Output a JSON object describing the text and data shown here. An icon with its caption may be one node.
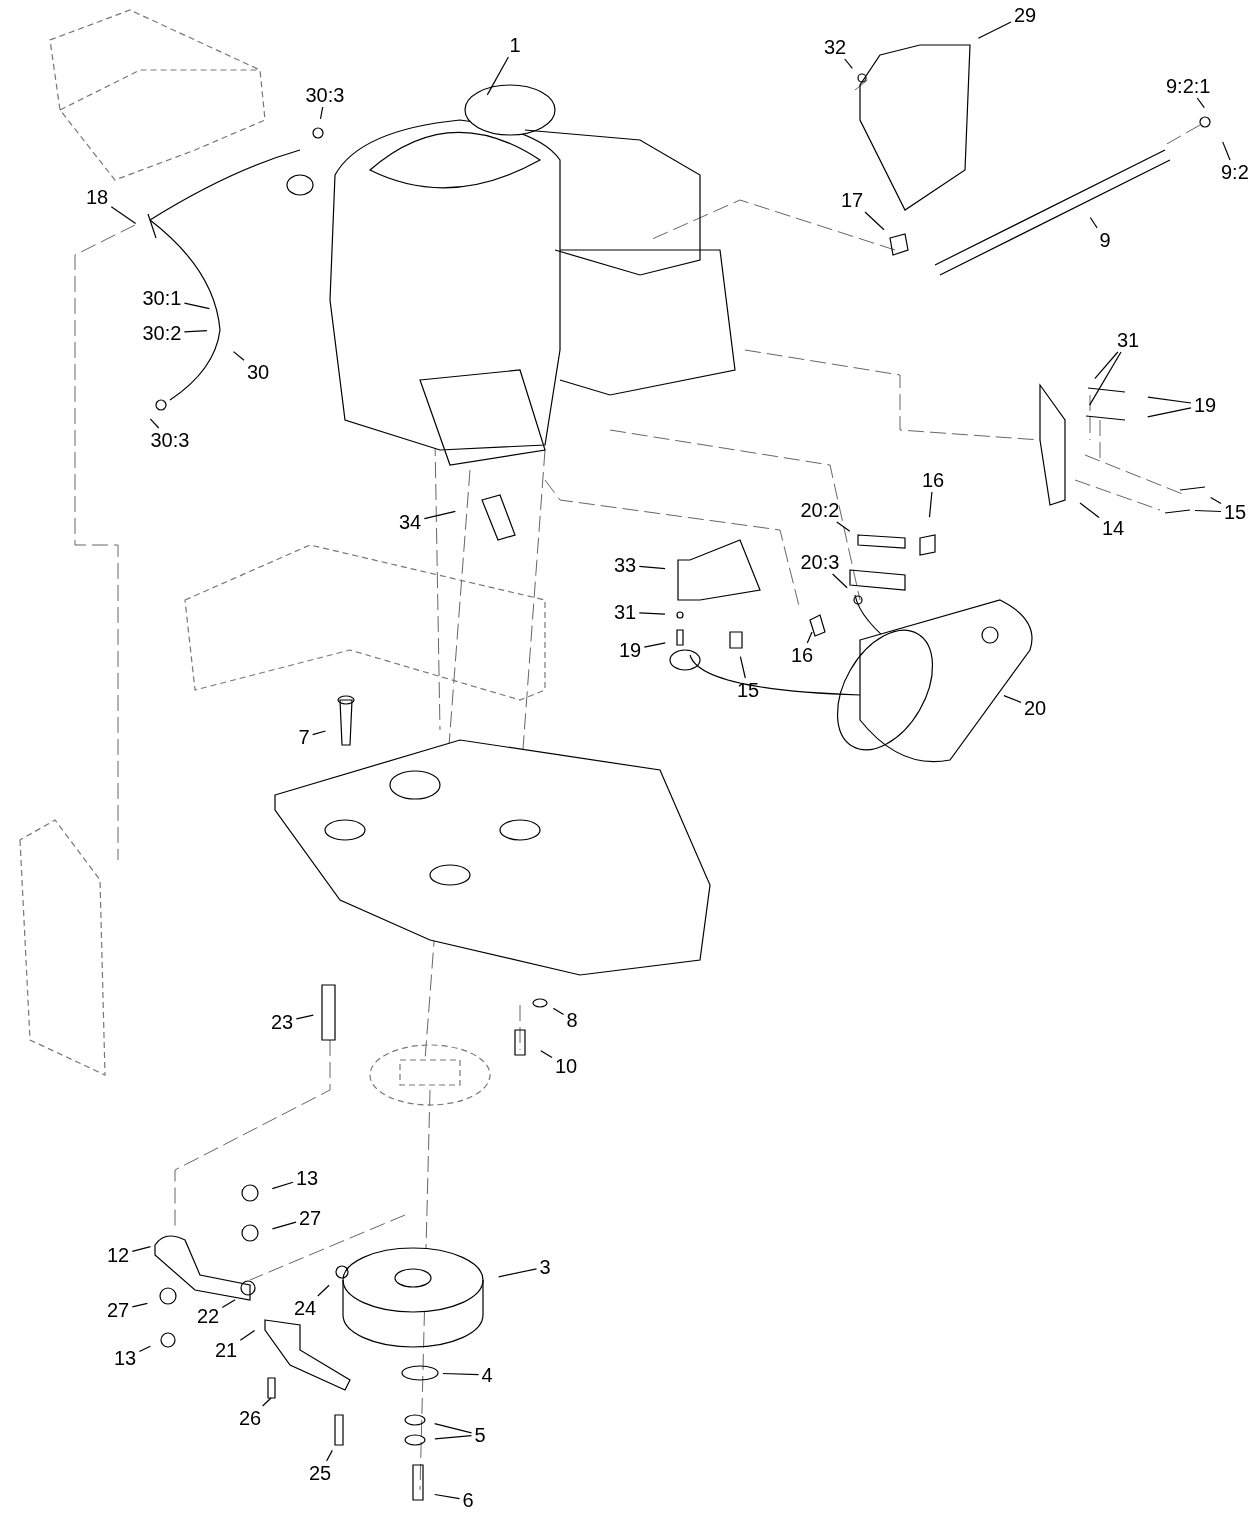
{
  "diagram": {
    "nodes": [
      {
        "text": [
          "1"
        ]
      },
      {
        "text": [
          "29"
        ]
      },
      {
        "text": [
          "32"
        ]
      },
      {
        "text": [
          "30:3"
        ]
      },
      {
        "text": [
          "9:2:1"
        ]
      },
      {
        "text": [
          "9:2"
        ]
      },
      {
        "text": [
          "18"
        ]
      },
      {
        "text": [
          "17"
        ]
      },
      {
        "text": [
          "9"
        ]
      },
      {
        "text": [
          "30:1"
        ]
      },
      {
        "text": [
          "30:2"
        ]
      },
      {
        "text": [
          "30"
        ]
      },
      {
        "text": [
          "31"
        ]
      },
      {
        "text": [
          "19"
        ]
      },
      {
        "text": [
          "30:3"
        ]
      },
      {
        "text": [
          "16"
        ]
      },
      {
        "text": [
          "20:2"
        ]
      },
      {
        "text": [
          "34"
        ]
      },
      {
        "text": [
          "14"
        ]
      },
      {
        "text": [
          "15"
        ]
      },
      {
        "text": [
          "33"
        ]
      },
      {
        "text": [
          "20:3"
        ]
      },
      {
        "text": [
          "31"
        ]
      },
      {
        "text": [
          "19"
        ]
      },
      {
        "text": [
          "15"
        ]
      },
      {
        "text": [
          "16"
        ]
      },
      {
        "text": [
          "20"
        ]
      },
      {
        "text": [
          "7"
        ]
      },
      {
        "text": [
          "8"
        ]
      },
      {
        "text": [
          "23"
        ]
      },
      {
        "text": [
          "10"
        ]
      },
      {
        "text": [
          "13"
        ]
      },
      {
        "text": [
          "27"
        ]
      },
      {
        "text": [
          "12"
        ]
      },
      {
        "text": [
          "3"
        ]
      },
      {
        "text": [
          "24"
        ]
      },
      {
        "text": [
          "22"
        ]
      },
      {
        "text": [
          "27"
        ]
      },
      {
        "text": [
          "21"
        ]
      },
      {
        "text": [
          "13"
        ]
      },
      {
        "text": [
          "4"
        ]
      },
      {
        "text": [
          "26"
        ]
      },
      {
        "text": [
          "5"
        ]
      },
      {
        "text": [
          "25"
        ]
      },
      {
        "text": [
          "6"
        ]
      }
    ],
    "edges": [
      {
        "from": 0,
        "to": null,
        "arrow": "none"
      },
      {
        "from": 1,
        "to": null,
        "arrow": "none"
      },
      {
        "from": 2,
        "to": null,
        "arrow": "none"
      },
      {
        "from": 3,
        "to": null,
        "arrow": "none"
      },
      {
        "from": 4,
        "to": null,
        "arrow": "none"
      },
      {
        "from": 5,
        "to": null,
        "arrow": "none"
      },
      {
        "from": 6,
        "to": null,
        "arrow": "none"
      },
      {
        "from": 7,
        "to": null,
        "arrow": "none"
      },
      {
        "from": 8,
        "to": null,
        "arrow": "none"
      },
      {
        "from": 9,
        "to": null,
        "arrow": "none"
      },
      {
        "from": 10,
        "to": null,
        "arrow": "none"
      },
      {
        "from": 11,
        "to": null,
        "arrow": "none"
      },
      {
        "from": 12,
        "to": null,
        "arrow": "none"
      },
      {
        "from": 12,
        "to": null,
        "arrow": "none"
      },
      {
        "from": 13,
        "to": null,
        "arrow": "none"
      },
      {
        "from": 13,
        "to": null,
        "arrow": "none"
      },
      {
        "from": 14,
        "to": null,
        "arrow": "none"
      },
      {
        "from": 15,
        "to": null,
        "arrow": "none"
      },
      {
        "from": 16,
        "to": null,
        "arrow": "none"
      },
      {
        "from": 17,
        "to": null,
        "arrow": "none"
      },
      {
        "from": 18,
        "to": null,
        "arrow": "none"
      },
      {
        "from": 19,
        "to": null,
        "arrow": "none"
      },
      {
        "from": 19,
        "to": null,
        "arrow": "none"
      },
      {
        "from": 20,
        "to": null,
        "arrow": "none"
      },
      {
        "from": 21,
        "to": null,
        "arrow": "none"
      },
      {
        "from": 22,
        "to": null,
        "arrow": "none"
      },
      {
        "from": 23,
        "to": null,
        "arrow": "none"
      },
      {
        "from": 24,
        "to": null,
        "arrow": "none"
      },
      {
        "from": 25,
        "to": null,
        "arrow": "none"
      },
      {
        "from": 26,
        "to": null,
        "arrow": "none"
      },
      {
        "from": 27,
        "to": null,
        "arrow": "none"
      },
      {
        "from": 28,
        "to": null,
        "arrow": "none"
      },
      {
        "from": 29,
        "to": null,
        "arrow": "none"
      },
      {
        "from": 30,
        "to": null,
        "arrow": "none"
      },
      {
        "from": 31,
        "to": null,
        "arrow": "none"
      },
      {
        "from": 32,
        "to": null,
        "arrow": "none"
      },
      {
        "from": 33,
        "to": null,
        "arrow": "none"
      },
      {
        "from": 34,
        "to": null,
        "arrow": "none"
      },
      {
        "from": 35,
        "to": null,
        "arrow": "none"
      },
      {
        "from": 36,
        "to": null,
        "arrow": "none"
      },
      {
        "from": 37,
        "to": null,
        "arrow": "none"
      },
      {
        "from": 38,
        "to": null,
        "arrow": "none"
      },
      {
        "from": 39,
        "to": null,
        "arrow": "none"
      },
      {
        "from": 40,
        "to": null,
        "arrow": "none"
      },
      {
        "from": 41,
        "to": null,
        "arrow": "none"
      },
      {
        "from": 42,
        "to": null,
        "arrow": "none"
      },
      {
        "from": 42,
        "to": null,
        "arrow": "none"
      },
      {
        "from": 43,
        "to": null,
        "arrow": "none"
      },
      {
        "from": 44,
        "to": null,
        "arrow": "none"
      }
    ]
  }
}
